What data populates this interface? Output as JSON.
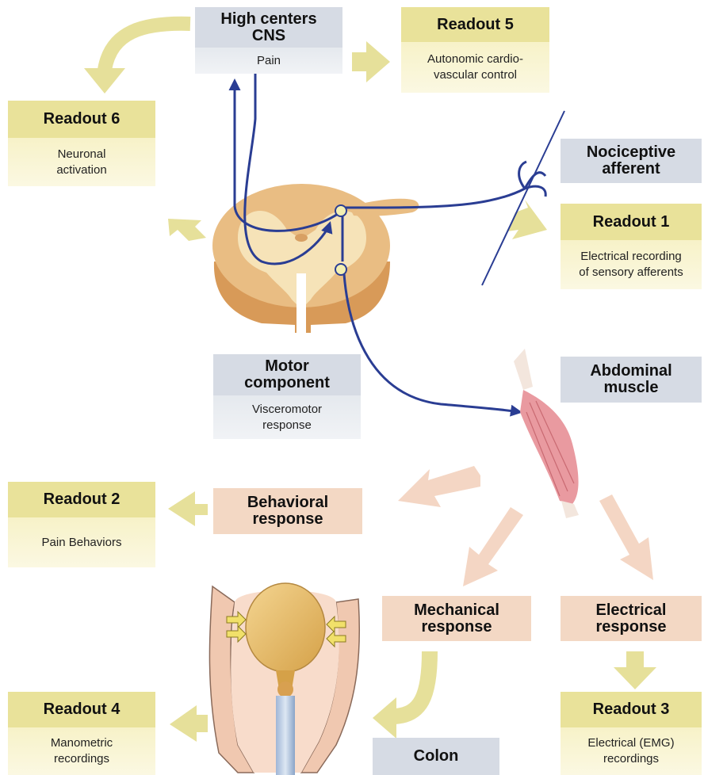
{
  "boxes": {
    "high_centers": {
      "title": "High centers\nCNS",
      "sub": "Pain"
    },
    "readout5": {
      "title": "Readout 5",
      "sub": "Autonomic cardio-\nvascular control"
    },
    "readout6": {
      "title": "Readout 6",
      "sub": "Neuronal\nactivation"
    },
    "nociceptive": {
      "title": "Nociceptive\nafferent"
    },
    "readout1": {
      "title": "Readout 1",
      "sub": "Electrical recording\nof sensory afferents"
    },
    "motor": {
      "title": "Motor\ncomponent",
      "sub": "Visceromotor\nresponse"
    },
    "abdominal": {
      "title": "Abdominal\nmuscle"
    },
    "readout2": {
      "title": "Readout 2",
      "sub": "Pain Behaviors"
    },
    "behavioral": {
      "title": "Behavioral\nresponse"
    },
    "mechanical": {
      "title": "Mechanical\nresponse"
    },
    "electrical": {
      "title": "Electrical\nresponse"
    },
    "readout4": {
      "title": "Readout 4",
      "sub": "Manometric\nrecordings"
    },
    "colon": {
      "title": "Colon"
    },
    "readout3": {
      "title": "Readout 3",
      "sub": "Electrical (EMG)\nrecordings"
    }
  },
  "colors": {
    "yellow_arrow": "#e6e09a",
    "pink_arrow": "#f4d6c4",
    "nerve": "#2a3d93",
    "spinal_outer": "#e9bd83",
    "spinal_inner": "#f6e3b8"
  }
}
